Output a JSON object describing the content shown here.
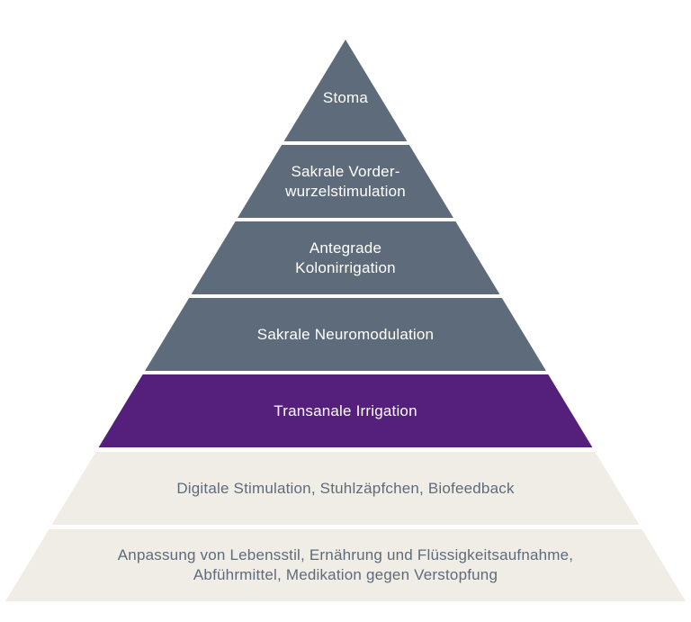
{
  "colors": {
    "slate": "#5e6b7b",
    "purple": "#55207b",
    "beige": "#f0ede6",
    "light_text": "#5f6b7a"
  },
  "layers": [
    {
      "lines": [
        "Stoma"
      ],
      "fill": "slate"
    },
    {
      "lines": [
        "Sakrale Vorder-",
        "wurzelstimulation"
      ],
      "fill": "slate"
    },
    {
      "lines": [
        "Antegrade",
        "Kolonirrigation"
      ],
      "fill": "slate"
    },
    {
      "lines": [
        "Sakrale Neuromodulation"
      ],
      "fill": "slate"
    },
    {
      "lines": [
        "Transanale Irrigation"
      ],
      "fill": "purple"
    },
    {
      "lines": [
        "Digitale Stimulation, Stuhlzäpfchen, Biofeedback"
      ],
      "fill": "beige"
    },
    {
      "lines": [
        "Anpassung von Lebensstil, Ernährung und Flüssigkeitsaufnahme,",
        "Abführmittel, Medikation gegen Verstopfung"
      ],
      "fill": "beige"
    }
  ]
}
